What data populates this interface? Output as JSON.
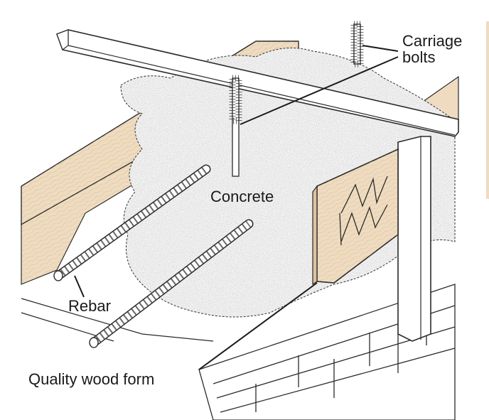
{
  "labels": {
    "carriage_bolts_line1": "Carriage",
    "carriage_bolts_line2": "bolts",
    "concrete": "Concrete",
    "rebar": "Rebar",
    "quality_wood_form": "Quality wood form"
  },
  "colors": {
    "wood": "#efdcc0",
    "wood_grain": "#c9a983",
    "ink": "#2a2a2a",
    "background": "#ffffff"
  }
}
